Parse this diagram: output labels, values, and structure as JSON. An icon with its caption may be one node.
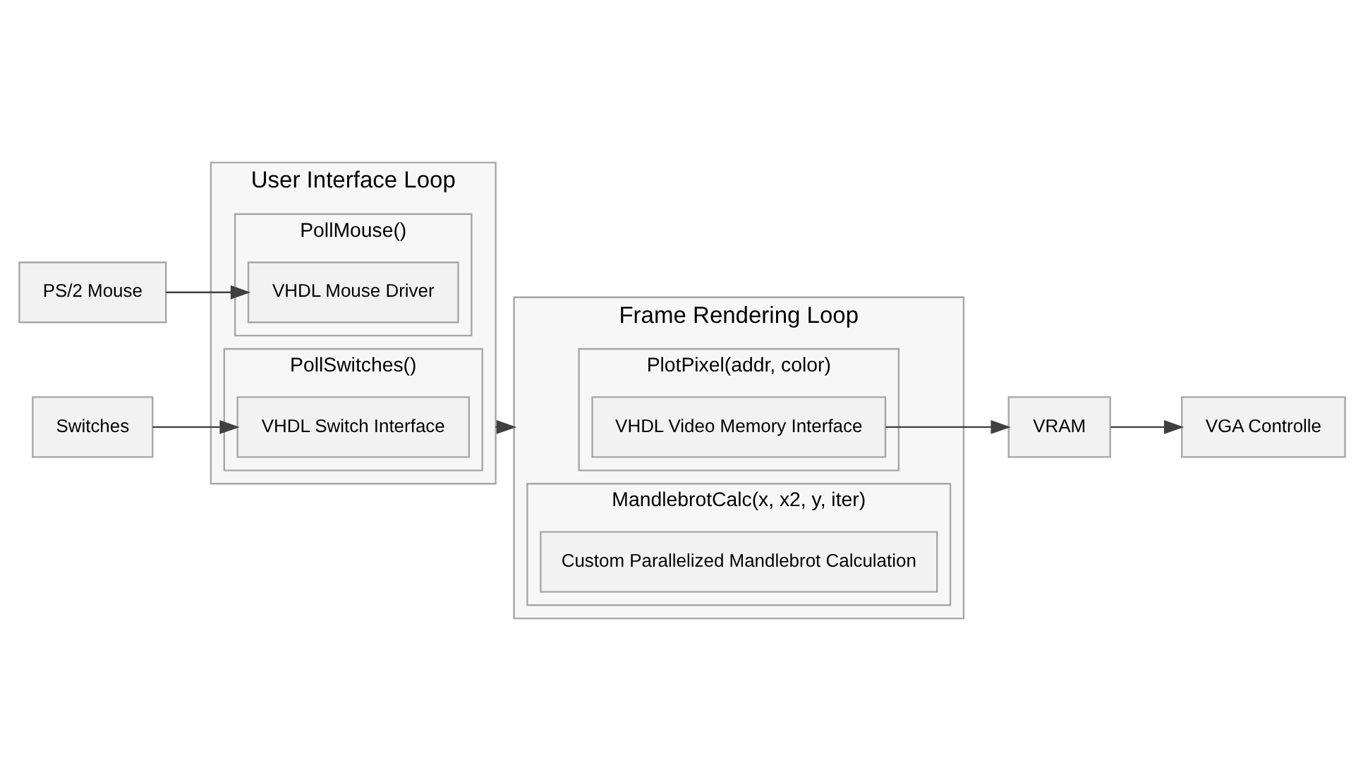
{
  "diagram": {
    "nodes": [
      {
        "text": [
          "PS/2 Mouse"
        ]
      },
      {
        "text": [
          "Switches"
        ]
      },
      {
        "text": [
          "User Interface Loop"
        ]
      },
      {
        "text": [
          "PollMouse()"
        ],
        "in": 2
      },
      {
        "text": [
          "VHDL Mouse Driver"
        ],
        "in": 3
      },
      {
        "text": [
          "PollSwitches()"
        ],
        "in": 2
      },
      {
        "text": [
          "VHDL Switch Interface"
        ],
        "in": 5
      },
      {
        "text": [
          "Frame Rendering Loop"
        ]
      },
      {
        "text": [
          "PlotPixel(addr, color)"
        ],
        "in": 7
      },
      {
        "text": [
          "VHDL Video Memory Interface"
        ],
        "in": 8
      },
      {
        "text": [
          "MandlebrotCalc(x, x2, y, iter)"
        ],
        "in": 7
      },
      {
        "text": [
          "Custom Parallelized Mandlebrot Calculation"
        ],
        "in": 10
      },
      {
        "text": [
          "VRAM"
        ]
      },
      {
        "text": [
          "VGA Controlle"
        ]
      }
    ],
    "edges": [
      {
        "from": 0,
        "to": 4,
        "arrow": "to"
      },
      {
        "from": 1,
        "to": 6,
        "arrow": "to"
      },
      {
        "from": 2,
        "to": 7,
        "arrow": "to"
      },
      {
        "from": 9,
        "to": 12,
        "arrow": "to"
      },
      {
        "from": 12,
        "to": 13,
        "arrow": "to"
      }
    ]
  }
}
